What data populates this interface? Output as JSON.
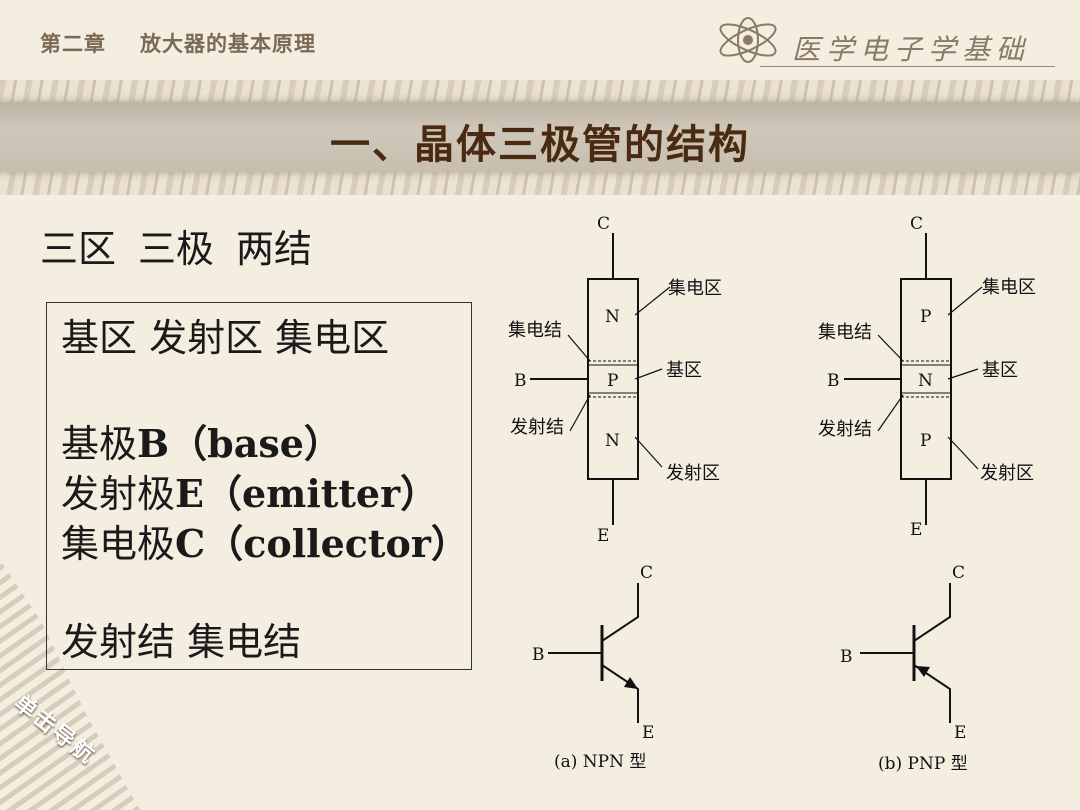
{
  "header": {
    "chapter": "第二章",
    "chapter_title": "放大器的基本原理",
    "brand": "医学电子学基础"
  },
  "title": "一、晶体三极管的结构",
  "subtitle": [
    "三区",
    "三极",
    "两结"
  ],
  "box": {
    "regions": "基区  发射区  集电区",
    "base_cn": "基极",
    "base_letter": "B",
    "base_en": "（base）",
    "emitter_cn": "发射极",
    "emitter_letter": "E",
    "emitter_en": "（emitter）",
    "collector_cn": "集电极",
    "collector_letter": "C",
    "collector_en": "（collector）",
    "junctions": "发射结   集电结"
  },
  "diagram": {
    "terminal_c": "C",
    "terminal_b": "B",
    "terminal_e": "E",
    "collector_region": "集电区",
    "collector_junction": "集电结",
    "base_region": "基区",
    "emitter_junction": "发射结",
    "emitter_region": "发射区",
    "npn_layers": [
      "N",
      "P",
      "N"
    ],
    "pnp_layers": [
      "P",
      "N",
      "P"
    ],
    "npn_caption": "(a) NPN 型",
    "pnp_caption": "(b) PNP 型"
  },
  "corner_badge": "单击导航"
}
